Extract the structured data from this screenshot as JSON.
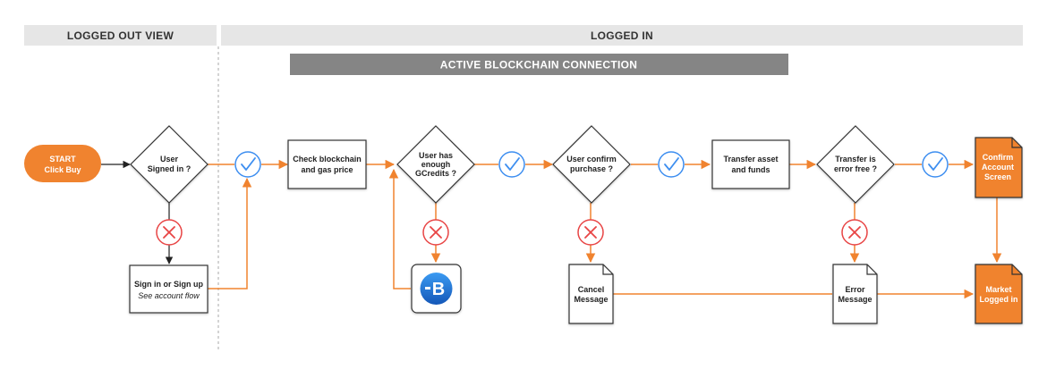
{
  "colors": {
    "orange": "#F0832F",
    "header_bg": "#E6E6E6",
    "blockchain_band": "#858585",
    "check_blue": "#3D8EF0",
    "cross_red": "#E84545",
    "border": "#333333",
    "b_icon_blue": "#1E74D4"
  },
  "headers": {
    "logged_out": "LOGGED OUT VIEW",
    "logged_in": "LOGGED IN",
    "blockchain": "ACTIVE BLOCKCHAIN CONNECTION"
  },
  "nodes": {
    "start": {
      "line1": "START",
      "line2": "Click Buy"
    },
    "signed_in": {
      "line1": "User",
      "line2": "Signed in ?"
    },
    "sign_up": {
      "line1": "Sign in or Sign up",
      "line2": "See account flow"
    },
    "check_blockchain": {
      "line1": "Check blockchain",
      "line2": "and gas price"
    },
    "gcredits": {
      "line1": "User has",
      "line2": "enough",
      "line3": "GCredits ?"
    },
    "confirm_purchase": {
      "line1": "User confirm",
      "line2": "purchase ?"
    },
    "transfer": {
      "line1": "Transfer asset",
      "line2": "and funds"
    },
    "error_free": {
      "line1": "Transfer is",
      "line2": "error free ?"
    },
    "confirm_screen": {
      "line1": "Confirm",
      "line2": "Account",
      "line3": "Screen"
    },
    "cancel_message": {
      "line1": "Cancel",
      "line2": "Message"
    },
    "error_message": {
      "line1": "Error",
      "line2": "Message"
    },
    "market": {
      "line1": "Market",
      "line2": "Logged in"
    },
    "b_icon": {
      "icon": "blockchain-b-icon",
      "letter": "B"
    }
  },
  "icons": {
    "check": "check-circle-icon",
    "cross": "cross-circle-icon"
  }
}
